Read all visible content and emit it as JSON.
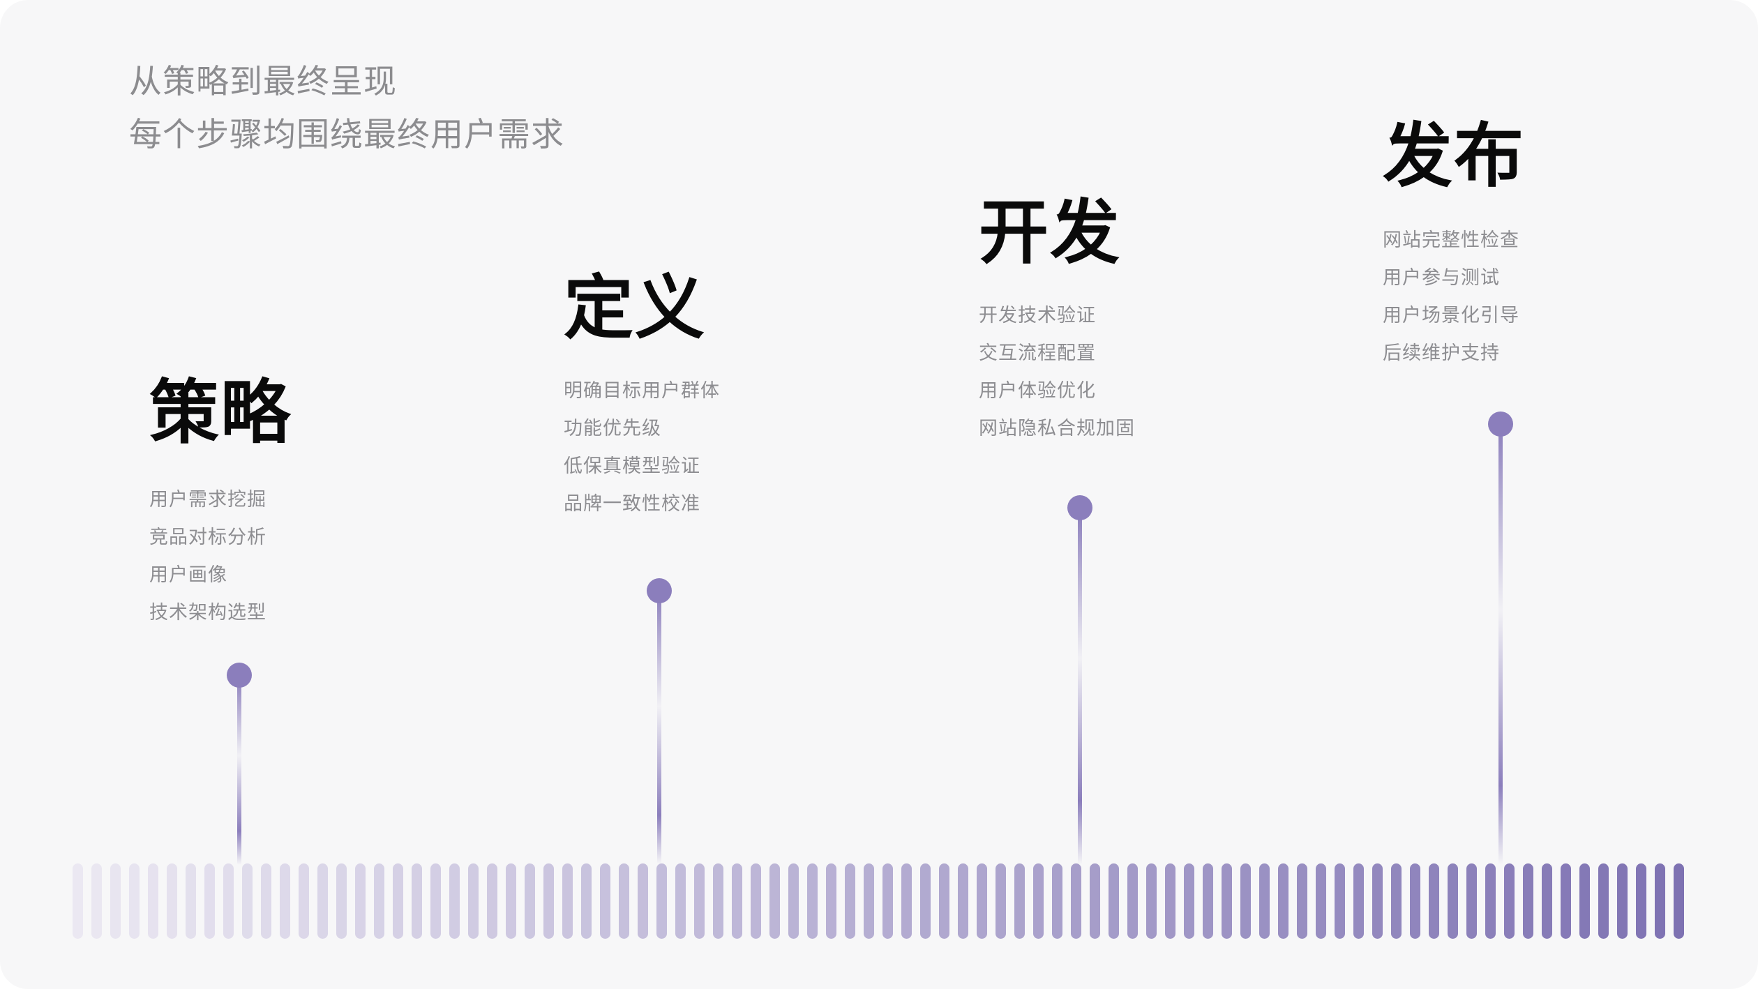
{
  "intro": {
    "line1": "从策略到最终呈现",
    "line2": "每个步骤均围绕最终用户需求"
  },
  "stages": [
    {
      "title": "策略",
      "items": [
        "用户需求挖掘",
        "竞品对标分析",
        "用户画像",
        "技术架构选型"
      ]
    },
    {
      "title": "定义",
      "items": [
        "明确目标用户群体",
        "功能优先级",
        "低保真模型验证",
        "品牌一致性校准"
      ]
    },
    {
      "title": "开发",
      "items": [
        "开发技术验证",
        "交互流程配置",
        "用户体验优化",
        "网站隐私合规加固"
      ]
    },
    {
      "title": "发布",
      "items": [
        "网站完整性检查",
        "用户参与测试",
        "用户场景化引导",
        "后续维护支持"
      ]
    }
  ],
  "colors": {
    "background": "#f7f7f8",
    "accent": "#8b7ebc",
    "tick_start": "#ebe8f2",
    "tick_end": "#7e72b2",
    "title_text": "#0a0a0a",
    "muted_text": "#8c8c8f"
  }
}
